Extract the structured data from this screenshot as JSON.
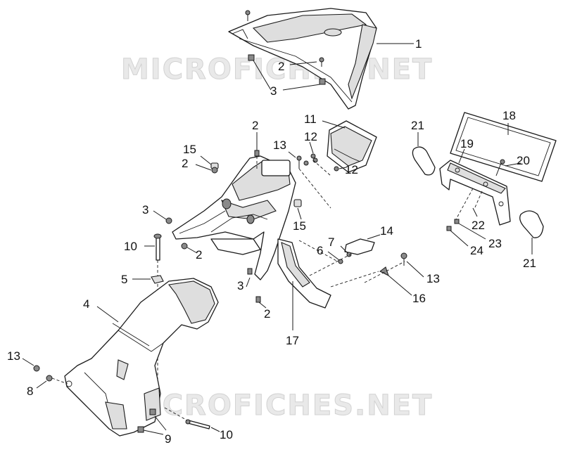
{
  "watermarks": [
    "MICROFICHES.NET",
    "MICROFICHES.NET"
  ],
  "callouts": {
    "c1": "1",
    "c2a": "2",
    "c3a": "3",
    "c11": "11",
    "c18": "18",
    "c21a": "21",
    "c2b": "2",
    "c15a": "15",
    "c13a": "13",
    "c12a": "12",
    "c19": "19",
    "c2c": "2",
    "c12b": "12",
    "c20": "20",
    "c3b": "3",
    "c15b": "15",
    "c22": "22",
    "c14": "14",
    "c23": "23",
    "c10a": "10",
    "c2d": "2",
    "c7": "7",
    "c6": "6",
    "c24": "24",
    "c21b": "21",
    "c5": "5",
    "c13b": "13",
    "c3c": "3",
    "c16": "16",
    "c4": "4",
    "c2e": "2",
    "c17": "17",
    "c13c": "13",
    "c8": "8",
    "c10b": "10",
    "c9": "9"
  }
}
